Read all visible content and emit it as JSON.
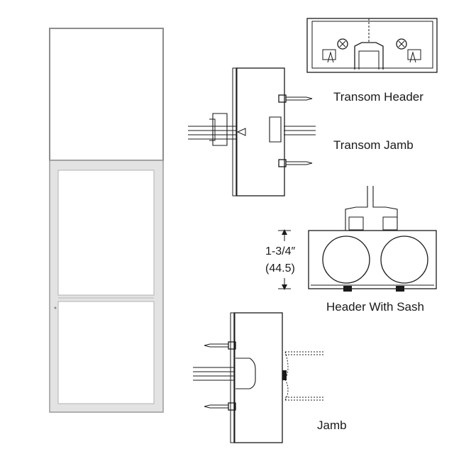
{
  "labels": {
    "transom_header": "Transom Header",
    "transom_jamb": "Transom Jamb",
    "header_with_sash": "Header With Sash",
    "jamb": "Jamb"
  },
  "dimension": {
    "fraction": "1-3/4″",
    "metric": "(44.5)"
  },
  "colors": {
    "line": "#1a1a1a",
    "frame_fill": "#e6e6e6",
    "frame_stroke": "#9a9a9a"
  }
}
